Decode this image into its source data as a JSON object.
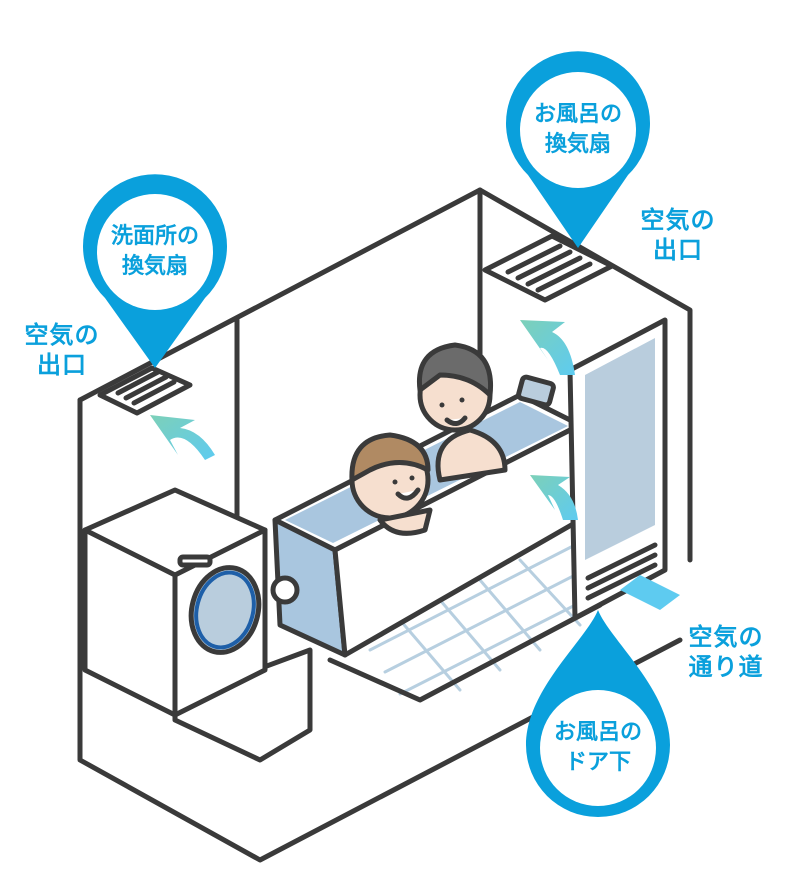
{
  "diagram": {
    "subject": "bathroom ventilation air flow",
    "colors": {
      "accent_blue": "#0aa0dc",
      "arrow_gradient_start": "#7dd0b8",
      "arrow_gradient_end": "#5ecbf0",
      "outline": "#3a3a3a",
      "water": "#a9c6df",
      "glass": "#b9cddd",
      "tile_lines": "#b7cfe0",
      "skin": "#f6dfcf",
      "hair_adult": "#6b6b6b",
      "hair_child": "#b08a63"
    },
    "markers": [
      {
        "id": "bath-fan",
        "shape": "map-pin",
        "line1": "お風呂の",
        "line2": "換気扇"
      },
      {
        "id": "washroom-fan",
        "shape": "map-pin",
        "line1": "洗面所の",
        "line2": "換気扇"
      },
      {
        "id": "bath-door-bottom",
        "shape": "water-drop",
        "line1": "お風呂の",
        "line2": "ドア下"
      }
    ],
    "labels": [
      {
        "id": "air-outlet-right",
        "line1": "空気の",
        "line2": "出口"
      },
      {
        "id": "air-outlet-left",
        "line1": "空気の",
        "line2": "出口"
      },
      {
        "id": "air-path",
        "line1": "空気の",
        "line2": "通り道"
      }
    ],
    "objects": [
      "washing machine",
      "bathtub with adult and child",
      "bathroom door with bottom vents",
      "bathroom ceiling fan",
      "washroom ceiling fan",
      "tiled floor",
      "wall control panel"
    ],
    "arrows": [
      {
        "id": "arrow-left-fan",
        "direction": "up into washroom fan"
      },
      {
        "id": "arrow-bath-fan",
        "direction": "up into bathroom fan"
      },
      {
        "id": "arrow-door",
        "direction": "up from door gap"
      },
      {
        "id": "air-stream-door",
        "direction": "under door into bathroom"
      }
    ]
  }
}
